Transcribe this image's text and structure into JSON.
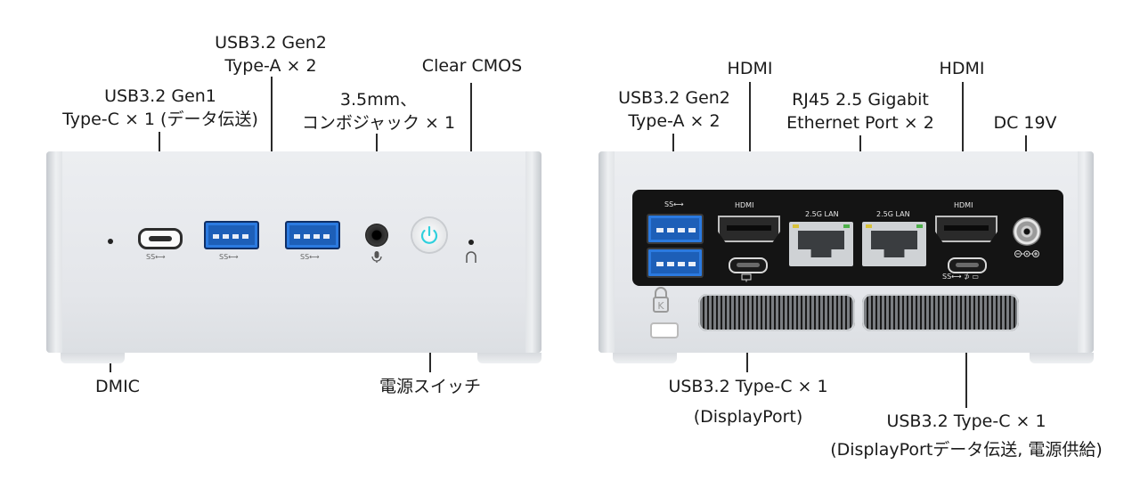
{
  "front": {
    "labels": {
      "usb_c_line1": "USB3.2 Gen1",
      "usb_c_line2": "Type-C × 1 (データ伝送)",
      "usb_a_line1": "USB3.2 Gen2",
      "usb_a_line2": "Type-A × 2",
      "audio_line1": "3.5mm、",
      "audio_line2": "コンボジャック × 1",
      "clear_cmos": "Clear CMOS",
      "dmic": "DMIC",
      "power_switch": "電源スイッチ"
    },
    "port_marks": {
      "ss_mark": "SS⟷"
    }
  },
  "rear": {
    "labels": {
      "usb_a_line1": "USB3.2 Gen2",
      "usb_a_line2": "Type-A × 2",
      "hdmi_left": "HDMI",
      "hdmi_right": "HDMI",
      "rj45_line1": "RJ45 2.5 Gigabit",
      "rj45_line2": "Ethernet Port × 2",
      "dc": "DC 19V",
      "usbc_dp_line1": "USB3.2 Type-C × 1",
      "usbc_dp_line2": "(DisplayPort)",
      "usbc_full_line1": "USB3.2 Type-C × 1",
      "usbc_full_line2": "(DisplayPortデータ伝送, 電源供給)"
    },
    "port_marks": {
      "ss_mark": "SS⟷",
      "hdmi_mark": "HDMI",
      "lan_mark": "2.5G LAN",
      "usbc_mark": "SS⟷ ⊅ ▭"
    }
  },
  "colors": {
    "usb_blue": "#1d5fb8",
    "power_led": "#2fd0dd",
    "chassis": "#e7e9ec",
    "panel": "#141414"
  }
}
